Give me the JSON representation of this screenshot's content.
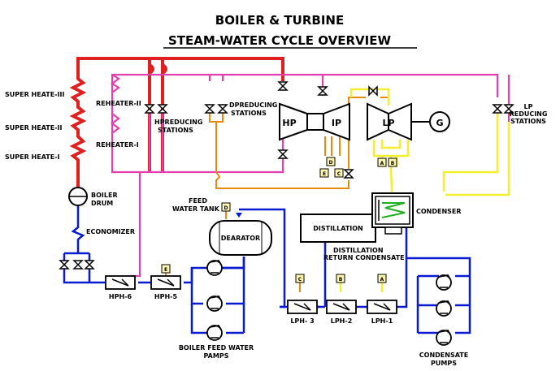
{
  "title": {
    "line1": "BOILER & TURBINE",
    "line2": "STEAM-WATER CYCLE OVERVIEW"
  },
  "labels": {
    "sh3": "SUPER HEATE-III",
    "sh2": "SUPER HEATE-II",
    "sh1": "SUPER HEATE-I",
    "rh2": "REHEATER-II",
    "rh1": "REHEATER-I",
    "hp_reducing_1": "HPREDUCING",
    "hp_reducing_2": "STATIONS",
    "dp_reducing_1": "DPREDUCING",
    "dp_reducing_2": "STATIONS",
    "hp": "HP",
    "ip": "IP",
    "lp": "LP",
    "generator": "G",
    "lp_reducing_1": "LP",
    "lp_reducing_2": "REDUCING",
    "lp_reducing_3": "STATIONS",
    "boiler_drum_1": "BOILER",
    "boiler_drum_2": "DRUM",
    "economizer": "ECONOMIZER",
    "feed_water_tank_1": "FEED",
    "feed_water_tank_2": "WATER TANK",
    "dearator": "DEARATOR",
    "distillation": "DISTILLATION",
    "distillation_return_1": "DISTILLATION",
    "distillation_return_2": "RETURN CONDENSATE",
    "condenser": "CONDENSER",
    "hph6": "HPH-6",
    "hph5": "HPH-5",
    "lph3": "LPH- 3",
    "lph2": "LPH-2",
    "lph1": "LPH-1",
    "bfw_pumps_1": "BOILER FEED WATER",
    "bfw_pumps_2": "PAMPS",
    "cond_pumps_1": "CONDENSATE",
    "cond_pumps_2": "PUMPS"
  },
  "extraction_tags": {
    "a": "A",
    "b": "B",
    "c": "C",
    "d": "D",
    "e": "E"
  },
  "colors": {
    "main_steam": "#e02020",
    "reheat_steam": "#e040b0",
    "extraction_steam": "#e88a10",
    "lp_steam": "#f4ee30",
    "feed_water": "#0a1ad0",
    "condenser_coil": "#20b020",
    "tag_fill": "#fff7b0"
  }
}
